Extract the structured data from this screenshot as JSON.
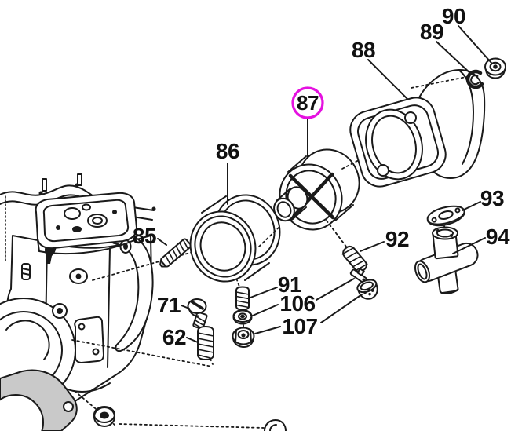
{
  "diagram": {
    "kind": "exploded-parts-diagram",
    "subject": "carburetor assembly",
    "background_color": "#ffffff",
    "ink_color": "#1a1a1a",
    "highlight_color": "#e511e0",
    "highlighted_part": "87"
  },
  "labels": {
    "n62": "62",
    "n71": "71",
    "n85": "85",
    "n86": "86",
    "n87": "87",
    "n88": "88",
    "n89": "89",
    "n90": "90",
    "n91": "91",
    "n92": "92",
    "n93": "93",
    "n94": "94",
    "n106": "106",
    "n107": "107"
  },
  "parts": [
    {
      "number": "62",
      "depicts": "coil spring"
    },
    {
      "number": "71",
      "depicts": "slotted round-head screw"
    },
    {
      "number": "85",
      "depicts": "threaded stud"
    },
    {
      "number": "86",
      "depicts": "adapter ring collar"
    },
    {
      "number": "87",
      "depicts": "cylinder with cross vanes (highlighted)"
    },
    {
      "number": "88",
      "depicts": "flanged intake horn"
    },
    {
      "number": "89",
      "depicts": "e-clip washer"
    },
    {
      "number": "90",
      "depicts": "nut"
    },
    {
      "number": "91",
      "depicts": "small spring"
    },
    {
      "number": "92",
      "depicts": "spring"
    },
    {
      "number": "93",
      "depicts": "gasket plate"
    },
    {
      "number": "94",
      "depicts": "tee pipe fitting"
    },
    {
      "number": "106",
      "depicts": "washer / retainer clip"
    },
    {
      "number": "107",
      "depicts": "nut / strainer cup"
    },
    {
      "number": "body",
      "depicts": "carburetor main body"
    }
  ]
}
